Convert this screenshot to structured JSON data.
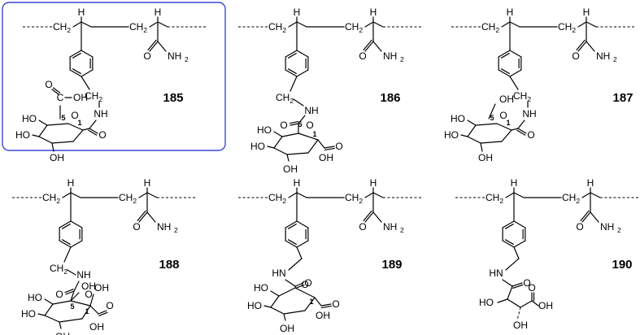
{
  "compounds": [
    {
      "id": "185",
      "highlighted": true
    },
    {
      "id": "186",
      "highlighted": false
    },
    {
      "id": "187",
      "highlighted": false
    },
    {
      "id": "188",
      "highlighted": false
    },
    {
      "id": "189",
      "highlighted": false
    },
    {
      "id": "190",
      "highlighted": false
    }
  ],
  "labels": {
    "H": "H",
    "C": "C",
    "CH": "CH",
    "sub2": "2",
    "NH": "NH",
    "HN": "HN",
    "NH2": "NH",
    "O": "O",
    "OH": "OH",
    "HO": "HO",
    "C_OH": "C",
    "pos1": "1",
    "pos5": "5"
  },
  "highlight_color": "#3b47d6"
}
